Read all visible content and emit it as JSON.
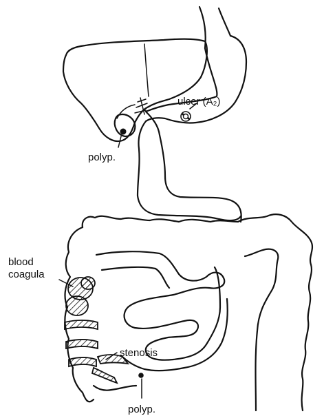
{
  "labels": {
    "ulcer": "ulcer (A₂)",
    "polyp_upper": "polyp.",
    "blood_line1": "blood",
    "blood_line2": "coagula",
    "stenosis": "stenosis",
    "polyp_lower": "polyp."
  }
}
